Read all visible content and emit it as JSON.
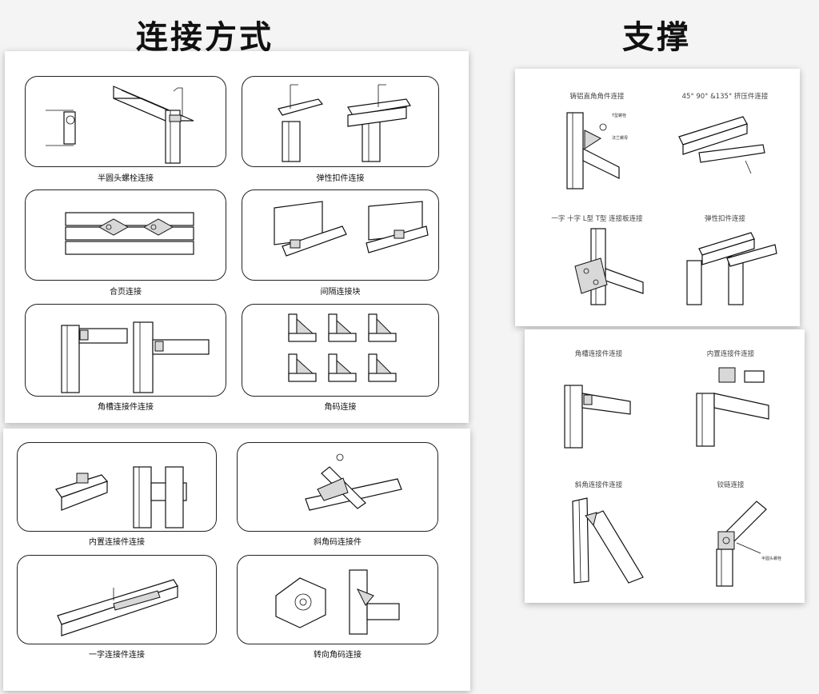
{
  "headings": {
    "left": "连接方式",
    "right": "支撑"
  },
  "left_sheet_top": {
    "cards": [
      {
        "label": "半圆头螺栓连接"
      },
      {
        "label": "弹性扣件连接"
      },
      {
        "label": "合页连接"
      },
      {
        "label": "间隔连接块"
      },
      {
        "label": "角槽连接件连接"
      },
      {
        "label": "角码连接"
      }
    ]
  },
  "left_sheet_bottom": {
    "cards": [
      {
        "label": "内置连接件连接"
      },
      {
        "label": "斜角码连接件"
      },
      {
        "label": "一字连接件连接"
      },
      {
        "label": "转向角码连接"
      }
    ]
  },
  "right_sheet_top": {
    "items": [
      {
        "label": "铸铝直角角件连接",
        "callouts": [
          "T型螺栓",
          "法兰螺母"
        ]
      },
      {
        "label": "45° 90° &135° 挤压件连接"
      },
      {
        "label": "一字 十字 L型 T型 连接板连接"
      },
      {
        "label": "弹性扣件连接"
      }
    ]
  },
  "right_sheet_bottom": {
    "items": [
      {
        "label": "角槽连接件连接"
      },
      {
        "label": "内置连接件连接"
      },
      {
        "label": "斜角连接件连接"
      },
      {
        "label": "铰链连接",
        "callouts": [
          "半圆头螺栓"
        ]
      }
    ]
  }
}
